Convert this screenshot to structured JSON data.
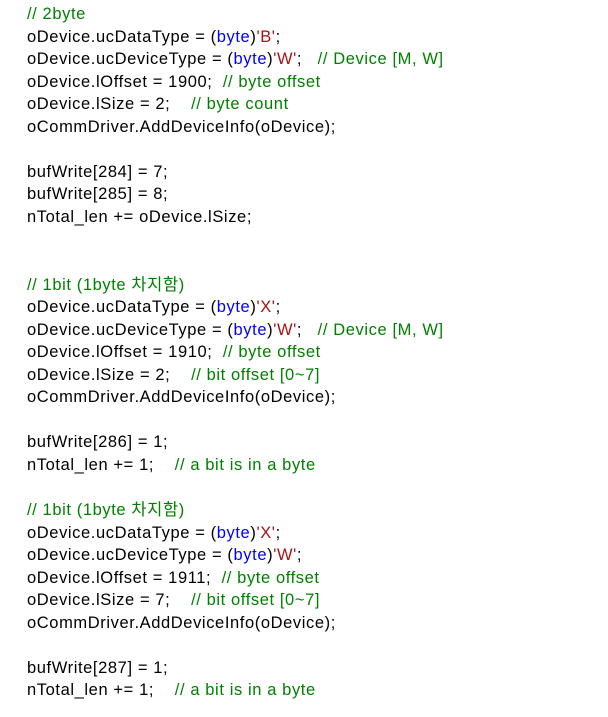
{
  "colors": {
    "text": "#000000",
    "keyword": "#0000ff",
    "string": "#a31515",
    "comment": "#008000",
    "background": "#ffffff"
  },
  "lines": [
    [
      {
        "t": "cm",
        "v": "// 2byte"
      }
    ],
    [
      {
        "t": "p",
        "v": "oDevice.ucDataType = ("
      },
      {
        "t": "kw",
        "v": "byte"
      },
      {
        "t": "p",
        "v": ")"
      },
      {
        "t": "str",
        "v": "'B'"
      },
      {
        "t": "p",
        "v": ";"
      }
    ],
    [
      {
        "t": "p",
        "v": "oDevice.ucDeviceType = ("
      },
      {
        "t": "kw",
        "v": "byte"
      },
      {
        "t": "p",
        "v": ")"
      },
      {
        "t": "str",
        "v": "'W'"
      },
      {
        "t": "p",
        "v": ";   "
      },
      {
        "t": "cm",
        "v": "// Device [M, W]"
      }
    ],
    [
      {
        "t": "p",
        "v": "oDevice.lOffset = 1900;  "
      },
      {
        "t": "cm",
        "v": "// byte offset"
      }
    ],
    [
      {
        "t": "p",
        "v": "oDevice.lSize = 2;    "
      },
      {
        "t": "cm",
        "v": "// byte count"
      }
    ],
    [
      {
        "t": "p",
        "v": "oCommDriver.AddDeviceInfo(oDevice);"
      }
    ],
    [],
    [
      {
        "t": "p",
        "v": "bufWrite[284] = 7;"
      }
    ],
    [
      {
        "t": "p",
        "v": "bufWrite[285] = 8;"
      }
    ],
    [
      {
        "t": "p",
        "v": "nTotal_len += oDevice.lSize;"
      }
    ],
    [],
    [],
    [
      {
        "t": "cm",
        "v": "// 1bit (1byte 차지함)"
      }
    ],
    [
      {
        "t": "p",
        "v": "oDevice.ucDataType = ("
      },
      {
        "t": "kw",
        "v": "byte"
      },
      {
        "t": "p",
        "v": ")"
      },
      {
        "t": "str",
        "v": "'X'"
      },
      {
        "t": "p",
        "v": ";"
      }
    ],
    [
      {
        "t": "p",
        "v": "oDevice.ucDeviceType = ("
      },
      {
        "t": "kw",
        "v": "byte"
      },
      {
        "t": "p",
        "v": ")"
      },
      {
        "t": "str",
        "v": "'W'"
      },
      {
        "t": "p",
        "v": ";   "
      },
      {
        "t": "cm",
        "v": "// Device [M, W]"
      }
    ],
    [
      {
        "t": "p",
        "v": "oDevice.lOffset = 1910;  "
      },
      {
        "t": "cm",
        "v": "// byte offset"
      }
    ],
    [
      {
        "t": "p",
        "v": "oDevice.lSize = 2;    "
      },
      {
        "t": "cm",
        "v": "// bit offset [0~7]"
      }
    ],
    [
      {
        "t": "p",
        "v": "oCommDriver.AddDeviceInfo(oDevice);"
      }
    ],
    [],
    [
      {
        "t": "p",
        "v": "bufWrite[286] = 1;"
      }
    ],
    [
      {
        "t": "p",
        "v": "nTotal_len += 1;    "
      },
      {
        "t": "cm",
        "v": "// a bit is in a byte"
      }
    ],
    [],
    [
      {
        "t": "cm",
        "v": "// 1bit (1byte 차지함)"
      }
    ],
    [
      {
        "t": "p",
        "v": "oDevice.ucDataType = ("
      },
      {
        "t": "kw",
        "v": "byte"
      },
      {
        "t": "p",
        "v": ")"
      },
      {
        "t": "str",
        "v": "'X'"
      },
      {
        "t": "p",
        "v": ";"
      }
    ],
    [
      {
        "t": "p",
        "v": "oDevice.ucDeviceType = ("
      },
      {
        "t": "kw",
        "v": "byte"
      },
      {
        "t": "p",
        "v": ")"
      },
      {
        "t": "str",
        "v": "'W'"
      },
      {
        "t": "p",
        "v": ";"
      }
    ],
    [
      {
        "t": "p",
        "v": "oDevice.lOffset = 1911;  "
      },
      {
        "t": "cm",
        "v": "// byte offset"
      }
    ],
    [
      {
        "t": "p",
        "v": "oDevice.lSize = 7;    "
      },
      {
        "t": "cm",
        "v": "// bit offset [0~7]"
      }
    ],
    [
      {
        "t": "p",
        "v": "oCommDriver.AddDeviceInfo(oDevice);"
      }
    ],
    [],
    [
      {
        "t": "p",
        "v": "bufWrite[287] = 1;"
      }
    ],
    [
      {
        "t": "p",
        "v": "nTotal_len += 1;    "
      },
      {
        "t": "cm",
        "v": "// a bit is in a byte"
      }
    ]
  ]
}
